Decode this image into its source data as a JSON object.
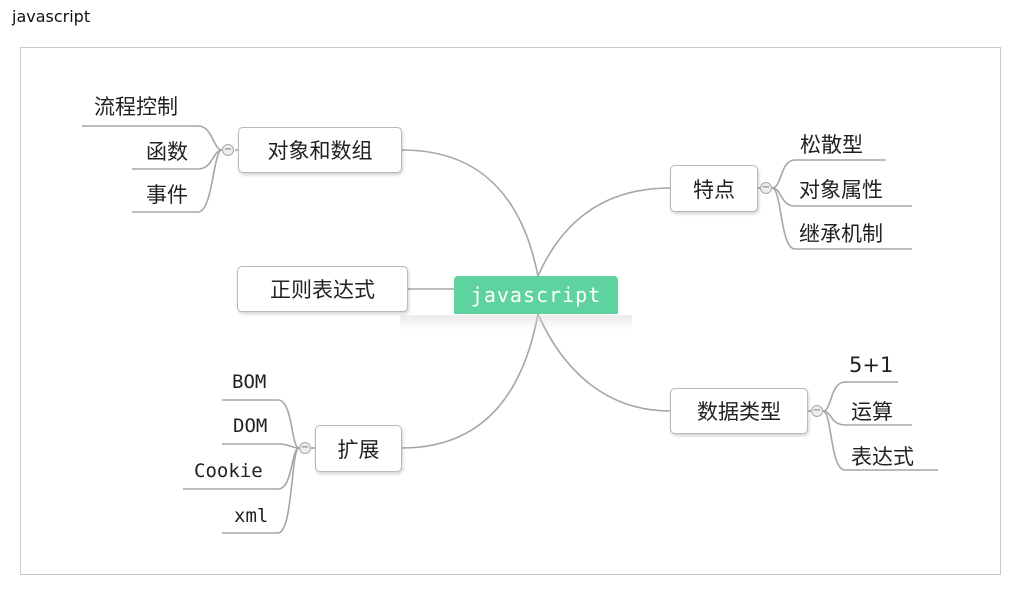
{
  "page_heading": "javascript",
  "mindmap": {
    "root": "javascript",
    "branches": {
      "objects_arrays": {
        "label": "对象和数组",
        "children": [
          "流程控制",
          "函数",
          "事件"
        ]
      },
      "regex": {
        "label": "正则表达式"
      },
      "extensions": {
        "label": "扩展",
        "children": [
          "BOM",
          "DOM",
          "Cookie",
          "xml"
        ]
      },
      "features": {
        "label": "特点",
        "children": [
          "松散型",
          "对象属性",
          "继承机制"
        ]
      },
      "data_types": {
        "label": "数据类型",
        "children": [
          "5+1",
          "运算",
          "表达式"
        ]
      }
    },
    "collapse_symbol": "−",
    "colors": {
      "root_fill": "#5fd39f",
      "connector": "#a6a6a6",
      "node_border": "#b9b9b9"
    }
  }
}
